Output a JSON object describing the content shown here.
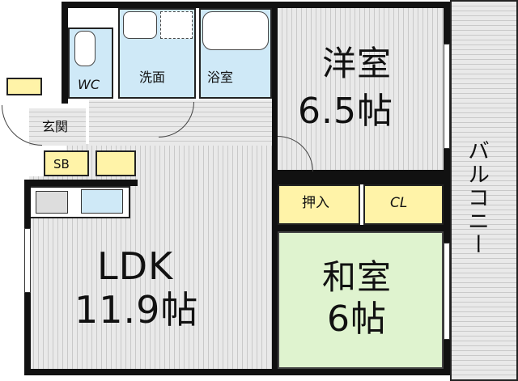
{
  "rooms": {
    "youshitsu": {
      "name": "洋室",
      "size": "6.5帖"
    },
    "ldk": {
      "name": "LDK",
      "size": "11.9帖"
    },
    "washitsu": {
      "name": "和室",
      "size": "6帖"
    },
    "balcony": "バルコニー",
    "wc": "WC",
    "senmen": "洗面",
    "yokushitsu": "浴室",
    "genkan": "玄関",
    "sb": "SB",
    "oshiire": "押入",
    "cl": "CL"
  },
  "colors": {
    "floor_gray": "#e9e9e9",
    "water_blue": "#cfe9f7",
    "storage_yellow": "#fff3a8",
    "washitsu_green": "#dff3cf",
    "wall": "#111111"
  }
}
